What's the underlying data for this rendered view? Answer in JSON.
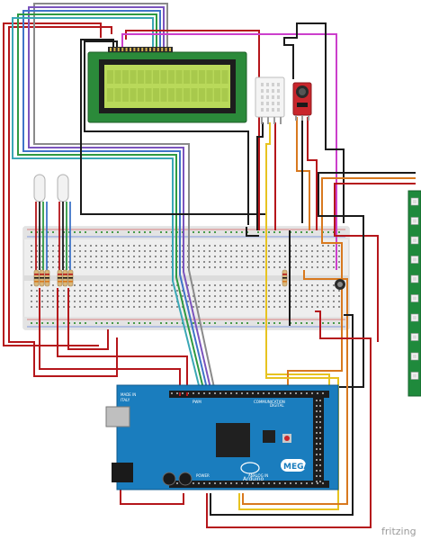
{
  "watermark": "fritzing",
  "board": {
    "brand": "Arduino",
    "model": "MEGA",
    "made_in": "MADE IN",
    "country": "ITALY",
    "header_digital": "DIGITAL",
    "header_communication": "COMMUNICATION",
    "header_power": "POWER",
    "header_analog": "ANALOG IN",
    "header_pwm": "PWM"
  },
  "colors": {
    "wire_red": "#b5161b",
    "wire_black": "#1a1a1a",
    "wire_magenta": "#cc3fcc",
    "wire_yellow": "#e7c320",
    "wire_orange": "#d8791f",
    "wire_blue": "#3f74c9",
    "wire_green": "#2f9a42",
    "wire_cyan": "#3aa7b6",
    "wire_purple": "#7b54bd",
    "wire_gray": "#8a8a8a",
    "lcd_screen": "#b9d95a",
    "arduino_board": "#1a7dbe",
    "dht_sensor": "#f4f4f4",
    "mic_board": "#c9262c",
    "led_strip": "#1f8a3c",
    "breadboard": "#eeeeee"
  }
}
